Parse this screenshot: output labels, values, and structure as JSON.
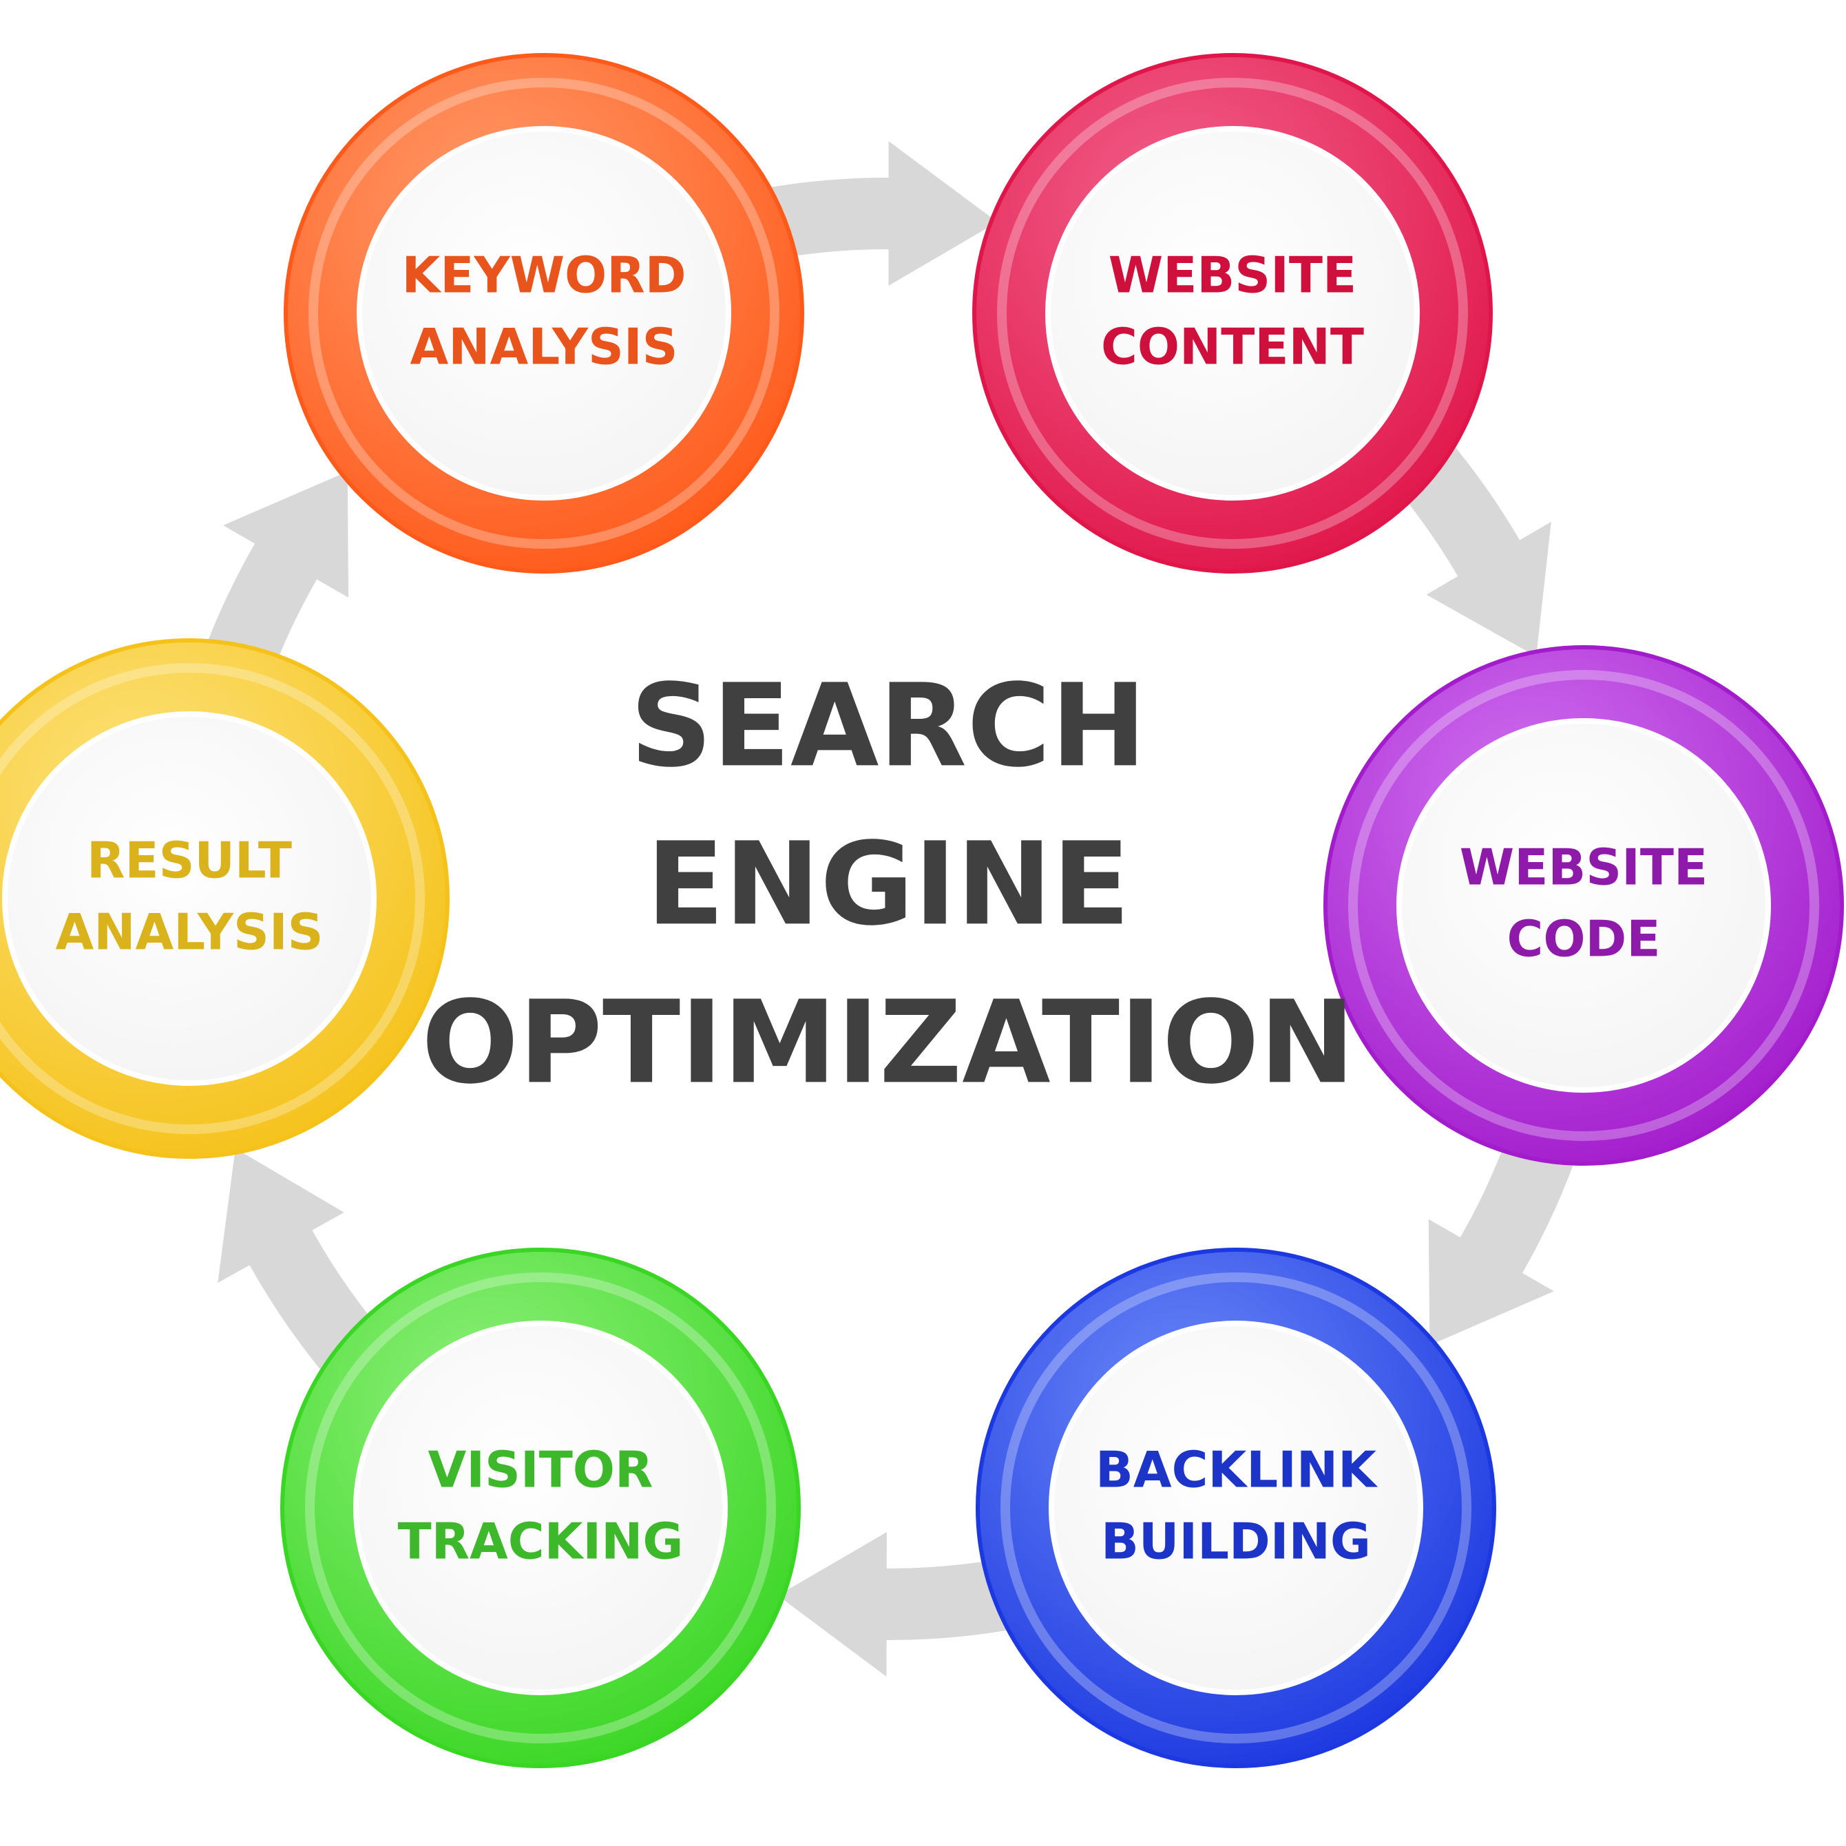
{
  "colors": {
    "background": "#ffffff",
    "title_text": "#404040",
    "arrow": "#d8d8d8",
    "inner_disc": "#f4f4f4"
  },
  "title": {
    "lines": [
      "SEARCH",
      "ENGINE",
      "OPTIMIZATION"
    ]
  },
  "nodes": [
    {
      "id": "keyword-analysis",
      "lines": [
        "KEYWORD",
        "ANALYSIS"
      ],
      "ring_color": "#ff5a1a",
      "ring_light": "#ff9a6a",
      "text_color": "#e8541c"
    },
    {
      "id": "website-content",
      "lines": [
        "WEBSITE",
        "CONTENT"
      ],
      "ring_color": "#e0164a",
      "ring_light": "#f2608a",
      "text_color": "#d0103c"
    },
    {
      "id": "website-code",
      "lines": [
        "WEBSITE",
        "CODE"
      ],
      "ring_color": "#a21ccc",
      "ring_light": "#d070f0",
      "text_color": "#8e1aaa"
    },
    {
      "id": "backlink-building",
      "lines": [
        "BACKLINK",
        "BUILDING"
      ],
      "ring_color": "#1c38e0",
      "ring_light": "#6a88f8",
      "text_color": "#1c34c8"
    },
    {
      "id": "visitor-tracking",
      "lines": [
        "VISITOR",
        "TRACKING"
      ],
      "ring_color": "#3ad624",
      "ring_light": "#8ef07a",
      "text_color": "#3cb82a"
    },
    {
      "id": "result-analysis",
      "lines": [
        "RESULT",
        "ANALYSIS"
      ],
      "ring_color": "#f5c21a",
      "ring_light": "#fde27a",
      "text_color": "#d9b21c"
    }
  ],
  "arrows": [
    {
      "from": "keyword-analysis",
      "to": "website-content"
    },
    {
      "from": "website-content",
      "to": "website-code"
    },
    {
      "from": "website-code",
      "to": "backlink-building"
    },
    {
      "from": "backlink-building",
      "to": "visitor-tracking"
    },
    {
      "from": "visitor-tracking",
      "to": "result-analysis"
    },
    {
      "from": "result-analysis",
      "to": "keyword-analysis"
    }
  ]
}
